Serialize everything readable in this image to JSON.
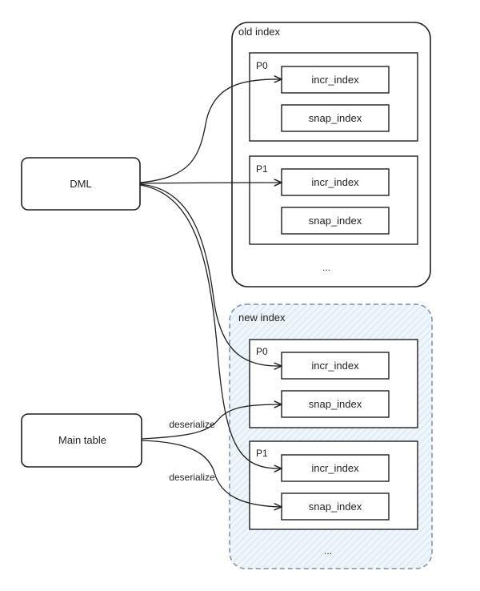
{
  "sources": {
    "dml": "DML",
    "main_table": "Main table"
  },
  "old_index": {
    "title": "old index",
    "partitions": [
      {
        "label": "P0",
        "incr": "incr_index",
        "snap": "snap_index"
      },
      {
        "label": "P1",
        "incr": "incr_index",
        "snap": "snap_index"
      }
    ],
    "ellipsis": "..."
  },
  "new_index": {
    "title": "new index",
    "partitions": [
      {
        "label": "P0",
        "incr": "incr_index",
        "snap": "snap_index"
      },
      {
        "label": "P1",
        "incr": "incr_index",
        "snap": "snap_index"
      }
    ],
    "ellipsis": "..."
  },
  "edges": {
    "deserialize_1": "deserialize",
    "deserialize_2": "deserialize"
  },
  "colors": {
    "stroke": "#1e1e1e",
    "new_index_fill": "#e8f1f8",
    "new_index_stroke": "#7a8fa3"
  }
}
